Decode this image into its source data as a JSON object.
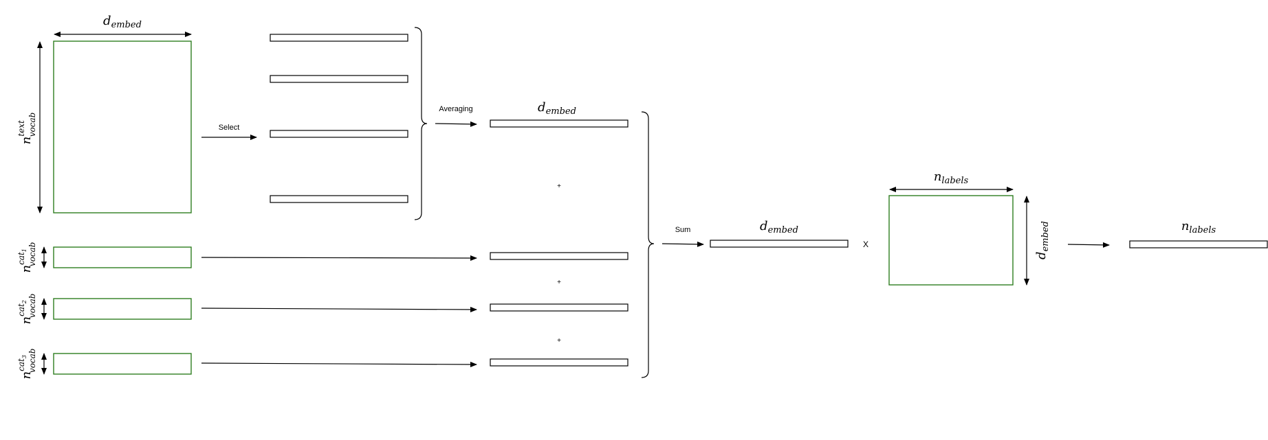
{
  "labels": {
    "select": "Select",
    "averaging": "Averaging",
    "sum": "Sum",
    "times": "X",
    "plus": "+"
  },
  "math": {
    "d": "d",
    "embed": "embed",
    "n": "n",
    "labels": "labels",
    "vocab": "vocab",
    "text": "text",
    "cat": "cat",
    "cat1_idx": "1",
    "cat2_idx": "2",
    "cat3_idx": "3"
  },
  "colors": {
    "matrix_border": "#2e7d1f",
    "line": "#000000"
  }
}
